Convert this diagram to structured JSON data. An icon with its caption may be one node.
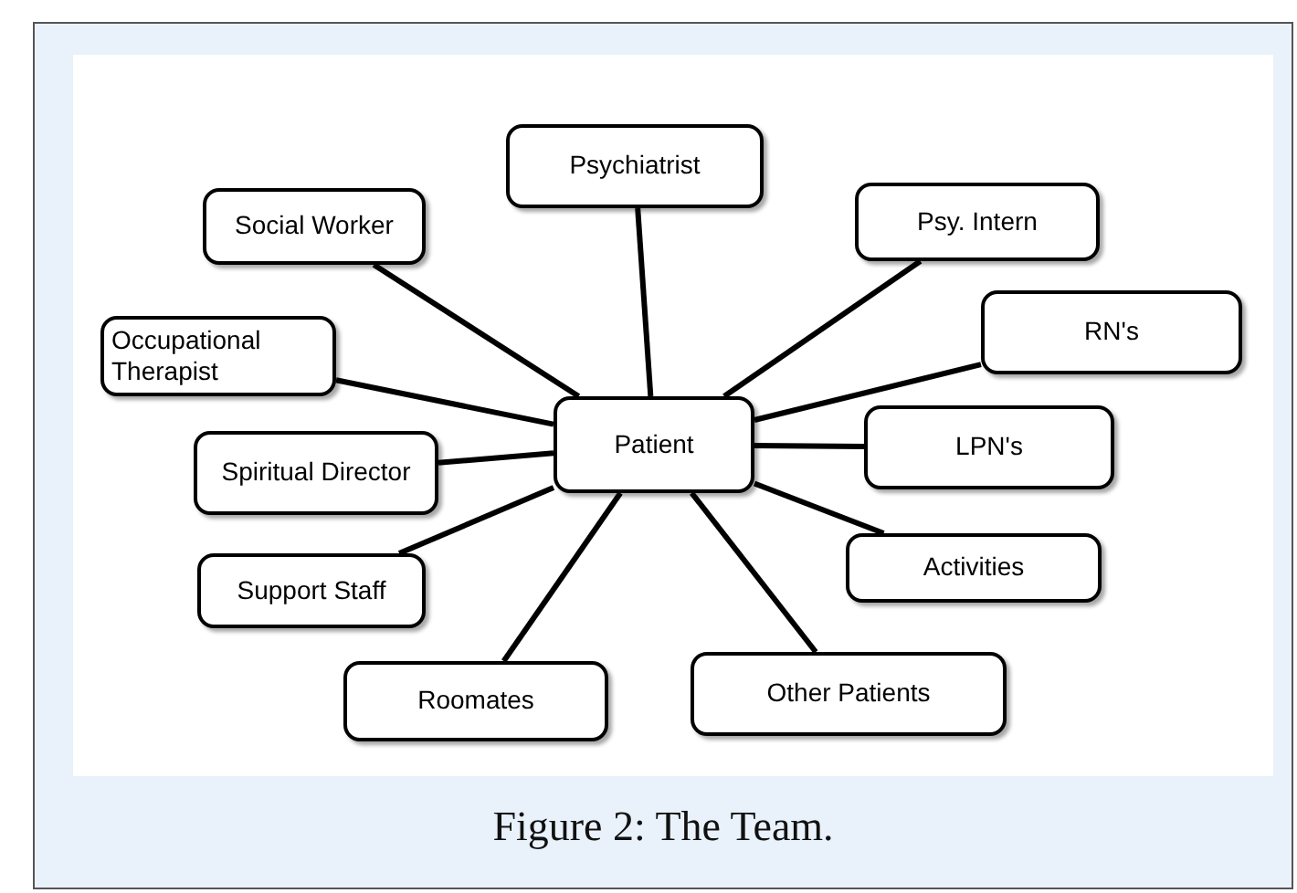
{
  "diagram": {
    "caption": "Figure 2: The Team.",
    "nodes": [
      {
        "text": [
          "Patient"
        ]
      },
      {
        "text": [
          "Psychiatrist"
        ]
      },
      {
        "text": [
          "Social Worker"
        ]
      },
      {
        "text": [
          "Psy. Intern"
        ]
      },
      {
        "text": [
          "Occupational Therapist"
        ]
      },
      {
        "text": [
          "RN's"
        ]
      },
      {
        "text": [
          "Spiritual Director"
        ]
      },
      {
        "text": [
          "LPN's"
        ]
      },
      {
        "text": [
          "Activities"
        ]
      },
      {
        "text": [
          "Support Staff"
        ]
      },
      {
        "text": [
          "Roomates"
        ]
      },
      {
        "text": [
          "Other Patients"
        ]
      }
    ],
    "edges": [
      {
        "from": 0,
        "to": 1,
        "arrow": "none"
      },
      {
        "from": 0,
        "to": 2,
        "arrow": "none"
      },
      {
        "from": 0,
        "to": 3,
        "arrow": "none"
      },
      {
        "from": 0,
        "to": 4,
        "arrow": "none"
      },
      {
        "from": 0,
        "to": 5,
        "arrow": "none"
      },
      {
        "from": 0,
        "to": 6,
        "arrow": "none"
      },
      {
        "from": 0,
        "to": 7,
        "arrow": "none"
      },
      {
        "from": 0,
        "to": 8,
        "arrow": "none"
      },
      {
        "from": 0,
        "to": 9,
        "arrow": "none"
      },
      {
        "from": 0,
        "to": 10,
        "arrow": "none"
      },
      {
        "from": 0,
        "to": 11,
        "arrow": "none"
      }
    ]
  }
}
